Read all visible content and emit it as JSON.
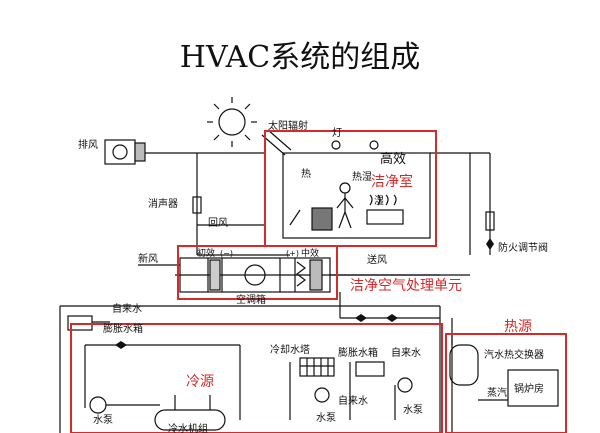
{
  "title": "HVAC系统的组成",
  "labels": {
    "exhaust": "排风",
    "solar": "太阳辐射",
    "lamp": "灯",
    "high_eff": "高效",
    "heat": "热",
    "heat_humid": "热湿",
    "humid": "湿",
    "silencer": "消声器",
    "return_air": "回风",
    "fire_damper": "防火调节阀",
    "fresh_air": "新风",
    "primary": "初效",
    "minus": "(−)",
    "plus": "(+)",
    "medium": "中效",
    "supply_air": "送风",
    "ahu": "空调箱",
    "makeup_water1": "自来水",
    "expansion_tank1": "膨胀水箱",
    "cooling_tower": "冷却水塔",
    "expansion_tank2": "膨胀水箱",
    "makeup_water2": "自来水",
    "makeup_water3": "自来水",
    "pump1": "水泵",
    "pump2": "水泵",
    "pump3": "水泵",
    "chiller": "冷水机组",
    "hx": "汽水热交换器",
    "steam": "蒸汽",
    "boiler": "锅炉房"
  },
  "red_labels": {
    "clean_room": "洁净室",
    "clean_ahu": "洁净空气处理单元",
    "cold_source": "冷源",
    "heat_source": "热源"
  },
  "colors": {
    "highlight": "#d62a2a",
    "line": "#111111"
  }
}
